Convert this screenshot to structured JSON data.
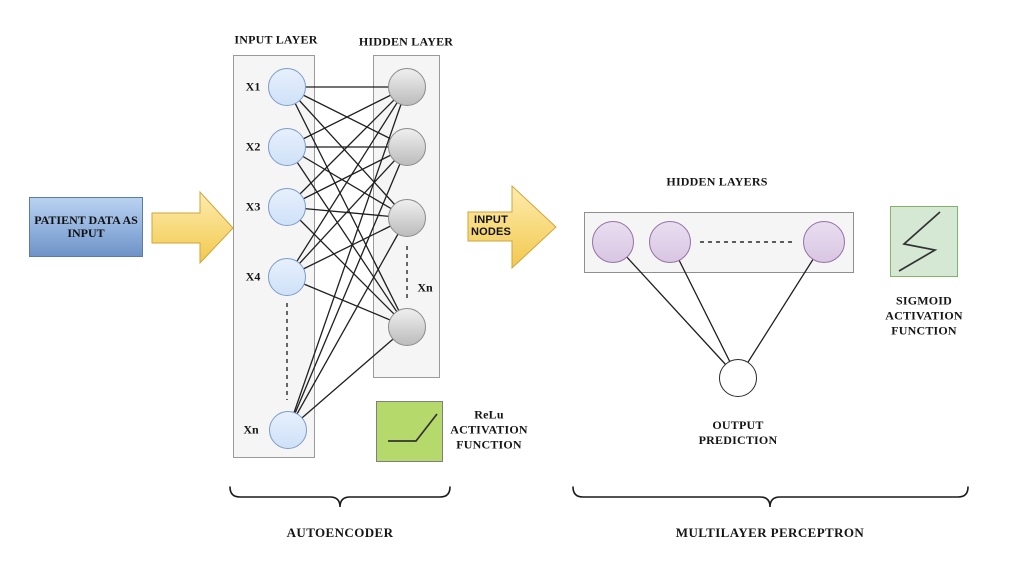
{
  "patient_box": {
    "label": "PATIENT DATA AS\nINPUT"
  },
  "input_nodes_arrow": {
    "label": "INPUT\nNODES"
  },
  "autoencoder": {
    "input_layer": {
      "title": "INPUT LAYER",
      "node_labels": [
        "X1",
        "X2",
        "X3",
        "X4",
        "Xn"
      ]
    },
    "hidden_layer": {
      "title": "HIDDEN LAYER",
      "last_node_label": "Xn"
    },
    "relu_box": {
      "label": "ReLu\nACTIVATION\nFUNCTION"
    },
    "brace_label": "AUTOENCODER"
  },
  "mlp": {
    "hidden_layers_title": "HIDDEN LAYERS",
    "output": {
      "label": "OUTPUT\nPREDICTION"
    },
    "sigmoid_box": {
      "label": "SIGMOID\nACTIVATION\nFUNCTION"
    },
    "brace_label": "MULTILAYER PERCEPTRON"
  },
  "colors": {
    "input_node_fill": "#dae8fc",
    "input_node_border": "#7e9cc6",
    "hidden_node_fill": "#d5d5d5",
    "hidden_node_border": "#8b8b8b",
    "mlp_node_fill": "#e1d5e7",
    "mlp_node_border": "#9673a6",
    "patient_box_fill": "#8fb0dd",
    "patient_box_border": "#5a7cab",
    "arrow_fill_top": "#feecae",
    "arrow_fill_bottom": "#f2c94e",
    "arrow_border": "#cfa63d",
    "relu_box_fill": "#b5d96b",
    "sigmoid_box_fill": "#d5e8d4",
    "sigmoid_box_border": "#82b366",
    "layer_box_fill": "#f5f5f5",
    "line_color": "#1f1f1f"
  }
}
